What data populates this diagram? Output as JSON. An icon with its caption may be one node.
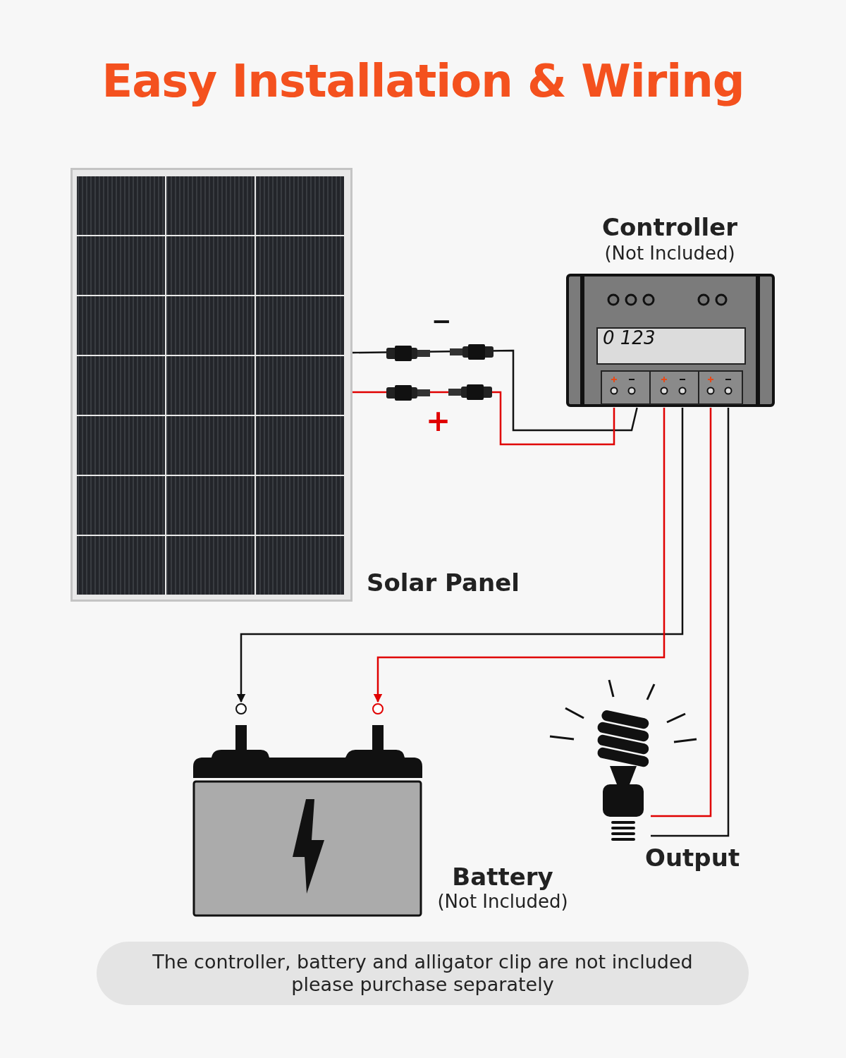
{
  "diagram": {
    "title": "Easy Installation & Wiring",
    "caption": "The controller, battery and alligator clip are not included please purchase separately",
    "nodes": [
      {
        "text": [],
        "shape": "picture",
        "beside": [
          "Solar Panel"
        ]
      },
      {
        "text": [
          "Controller",
          "(Not Included)"
        ]
      },
      {
        "text": [
          "Battery",
          "(Not Included)"
        ]
      },
      {
        "text": [],
        "shape": "picture",
        "beside": [
          "Output"
        ]
      }
    ],
    "edges": [
      {
        "from": 0,
        "to": 1,
        "arrow": "none",
        "color": "#111111"
      },
      {
        "from": 0,
        "to": 1,
        "arrow": "none",
        "color": "#e00000"
      },
      {
        "from": 1,
        "to": 2,
        "arrow": "to",
        "color": "#111111"
      },
      {
        "from": 1,
        "to": 2,
        "arrow": "to",
        "color": "#e00000"
      },
      {
        "from": 1,
        "to": 3,
        "arrow": "none",
        "color": "#e00000"
      },
      {
        "from": 1,
        "to": 3,
        "arrow": "none",
        "color": "#111111"
      }
    ],
    "labels": [
      "−",
      "+",
      "0 123"
    ]
  }
}
